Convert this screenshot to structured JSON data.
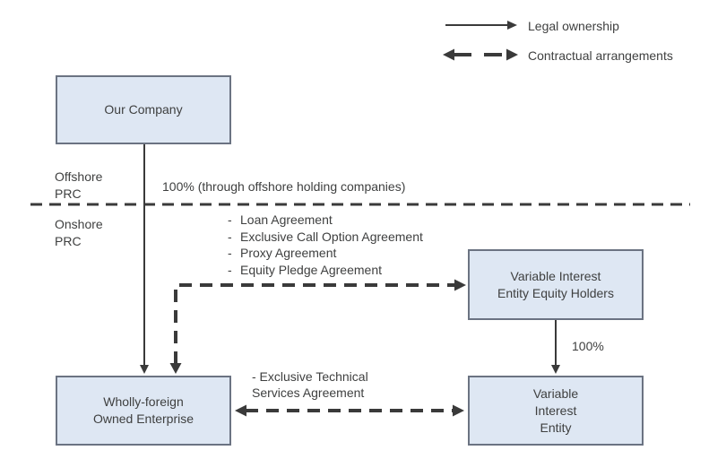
{
  "colors": {
    "background": "#ffffff",
    "box_fill": "#dee7f3",
    "box_border": "#6b7382",
    "line": "#3a3a3a",
    "text": "#3f4040"
  },
  "legend": {
    "legal": "Legal ownership",
    "contractual": "Contractual arrangements"
  },
  "regions": {
    "offshore": "Offshore\nPRC",
    "onshore": "Onshore\nPRC"
  },
  "boxes": {
    "our_company": "Our Company",
    "vie_equity_holders": "Variable Interest\nEntity Equity Holders",
    "wfoe": "Wholly-foreign\nOwned Enterprise",
    "vie": "Variable\nInterest\nEntity"
  },
  "labels": {
    "offshore_ownership_pct": "100% (through offshore holding companies)",
    "vie_ownership_pct": "100%",
    "services_agreement": "- Exclusive Technical\nServices Agreement",
    "list_bullet": "-"
  },
  "agreements": [
    "Loan Agreement",
    "Exclusive Call Option Agreement",
    "Proxy Agreement",
    "Equity Pledge Agreement"
  ]
}
